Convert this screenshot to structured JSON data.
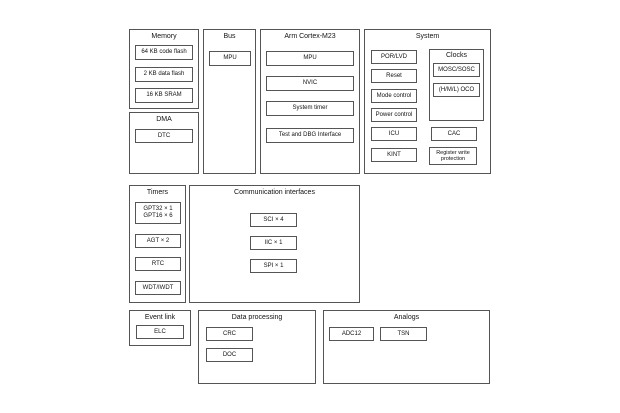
{
  "groups": {
    "memory": "Memory",
    "dma": "DMA",
    "bus": "Bus",
    "cortex": "Arm Cortex-M23",
    "system": "System",
    "clocks": "Clocks",
    "timers": "Timers",
    "comm": "Communication interfaces",
    "event": "Event link",
    "dataproc": "Data processing",
    "analogs": "Analogs"
  },
  "memory": {
    "code_flash": "64 KB code flash",
    "data_flash": "2 KB data flash",
    "sram": "16 KB SRAM"
  },
  "dma": {
    "dtc": "DTC"
  },
  "bus": {
    "mpu": "MPU"
  },
  "cortex": {
    "mpu": "MPU",
    "nvic": "NVIC",
    "systimer": "System timer",
    "debug": "Test and DBG Interface"
  },
  "system": {
    "por": "POR/LVD",
    "reset": "Reset",
    "mode": "Mode control",
    "power": "Power control",
    "icu": "ICU",
    "kint": "KINT",
    "cac": "CAC",
    "regprot": "Register write\nprotection"
  },
  "clocks": {
    "mosc": "MOSC/SOSC",
    "hmloco": "(H/M/L) OCO"
  },
  "timers": {
    "gpt": "GPT32 × 1\nGPT16 × 6",
    "agt": "AGT × 2",
    "rtc": "RTC",
    "wdt": "WDT/IWDT"
  },
  "comm": {
    "sci": "SCI × 4",
    "iic": "IIC × 1",
    "spi": "SPI × 1"
  },
  "event": {
    "elc": "ELC"
  },
  "dataproc": {
    "crc": "CRC",
    "doc": "DOC"
  },
  "analogs": {
    "adc": "ADC12",
    "tsn": "TSN"
  }
}
